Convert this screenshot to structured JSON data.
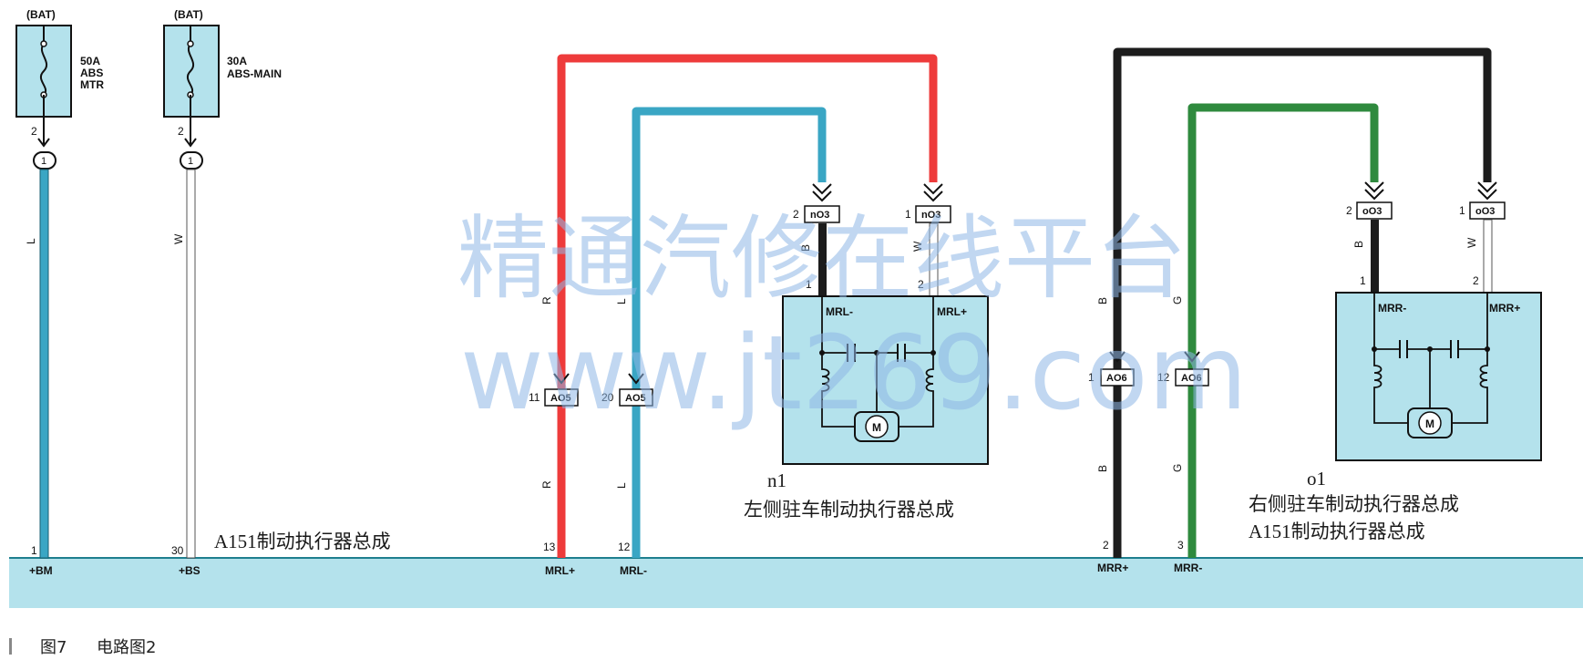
{
  "fuses": [
    {
      "id": "f1",
      "source": "(BAT)",
      "rating": "50A",
      "name_lines": [
        "ABS",
        "MTR"
      ],
      "out_pin": "2",
      "conn_pin": "1",
      "wire_color": "L",
      "term_pin": "1",
      "term_name": "+BM"
    },
    {
      "id": "f2",
      "source": "(BAT)",
      "rating": "30A",
      "name_lines": [
        "ABS-MAIN"
      ],
      "out_pin": "2",
      "conn_pin": "1",
      "wire_color": "W",
      "term_pin": "30",
      "term_name": "+BS"
    }
  ],
  "bus": {
    "label": "A151制动执行器总成",
    "terms": [
      {
        "pin": "13",
        "name": "MRL+"
      },
      {
        "pin": "12",
        "name": "MRL-"
      },
      {
        "pin": "2",
        "name": "MRR+"
      },
      {
        "pin": "3",
        "name": "MRR-"
      }
    ]
  },
  "left_actuator": {
    "id": "n1",
    "name": "左侧驻车制动执行器总成",
    "connectors": [
      {
        "pin": "2",
        "code": "nO3",
        "wire": "B"
      },
      {
        "pin": "1",
        "code": "nO3",
        "wire": "W"
      }
    ],
    "box_pins": [
      "1",
      "2"
    ],
    "terms": [
      "MRL-",
      "MRL+"
    ],
    "motor": "M",
    "inline": [
      {
        "pin": "11",
        "code": "AO5",
        "wire": "R"
      },
      {
        "pin": "20",
        "code": "AO5",
        "wire": "L"
      }
    ]
  },
  "right_actuator": {
    "id": "o1",
    "name_lines": [
      "右侧驻车制动执行器总成",
      "A151制动执行器总成"
    ],
    "connectors": [
      {
        "pin": "2",
        "code": "oO3",
        "wire": "B"
      },
      {
        "pin": "1",
        "code": "oO3",
        "wire": "W"
      }
    ],
    "box_pins": [
      "1",
      "2"
    ],
    "terms": [
      "MRR-",
      "MRR+"
    ],
    "motor": "M",
    "inline": [
      {
        "pin": "1",
        "code": "AO6",
        "wire": "B"
      },
      {
        "pin": "12",
        "code": "AO6",
        "wire": "G"
      }
    ]
  },
  "watermark": {
    "line1": "精通汽修在线平台",
    "line2": "www.jt269.com"
  },
  "caption": {
    "figure": "图7",
    "title": "电路图2"
  },
  "colors": {
    "fill": "#b4e2ec",
    "blue_wire": "#3aa6c4",
    "red_wire": "#ee3b3b",
    "black_wire": "#1c1c1c",
    "green_wire": "#2f8a3e",
    "bus_line": "#1e7f8f"
  }
}
